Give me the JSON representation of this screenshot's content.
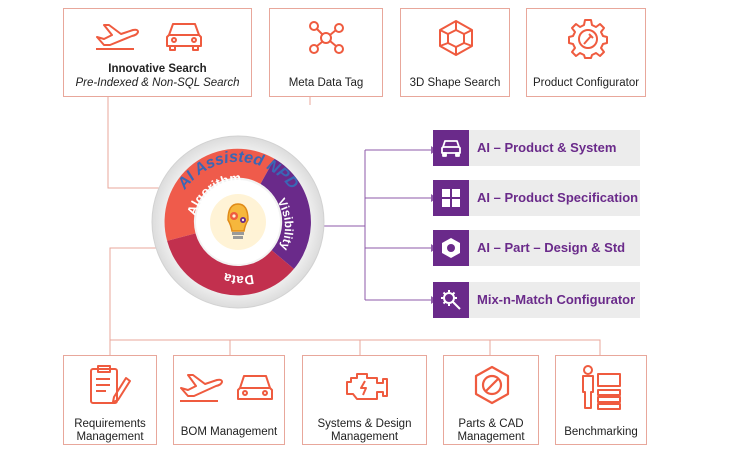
{
  "top_boxes": [
    {
      "title": "Innovative Search",
      "subtitle": "Pre-Indexed &  Non-SQL Search",
      "icons": [
        "airplane-icon",
        "car-icon"
      ]
    },
    {
      "label": "Meta Data Tag",
      "icon": "network-nodes-icon"
    },
    {
      "label": "3D Shape Search",
      "icon": "3d-shape-icon"
    },
    {
      "label": "Product Configurator",
      "icon": "gear-wrench-icon"
    }
  ],
  "center": {
    "arc_title": "AI Assisted NPD",
    "segments": {
      "algorithm": "Algorithm",
      "visibility": "Visibility",
      "data": "Data"
    },
    "icon": "lightbulb-gear-icon"
  },
  "right_items": [
    {
      "label": "AI – Product & System",
      "icon": "car-icon"
    },
    {
      "label": "AI – Product Specification",
      "icon": "grid-icon"
    },
    {
      "label": "AI – Part – Design & Std",
      "icon": "hex-nut-icon"
    },
    {
      "label": "Mix-n-Match Configurator",
      "icon": "gear-search-icon"
    }
  ],
  "bottom_boxes": [
    {
      "line1": "Requirements",
      "line2": "Management",
      "icon": "clipboard-pen-icon"
    },
    {
      "line1": "BOM Management",
      "line2": "",
      "icon": "airplane-car-icon"
    },
    {
      "line1": "Systems & Design",
      "line2": "Management",
      "icon": "engine-icon"
    },
    {
      "line1": "Parts & CAD",
      "line2": "Management",
      "icon": "hex-nut-icon"
    },
    {
      "line1": "Benchmarking",
      "line2": "",
      "icon": "person-chart-icon"
    }
  ],
  "colors": {
    "box_border": "#e8a79b",
    "icon_orange": "#ef5b3f",
    "purple": "#6a2a8a",
    "red_segment": "#ef5b4b",
    "crimson_segment": "#c2304e",
    "arc_text_blue": "#3a67b5"
  }
}
